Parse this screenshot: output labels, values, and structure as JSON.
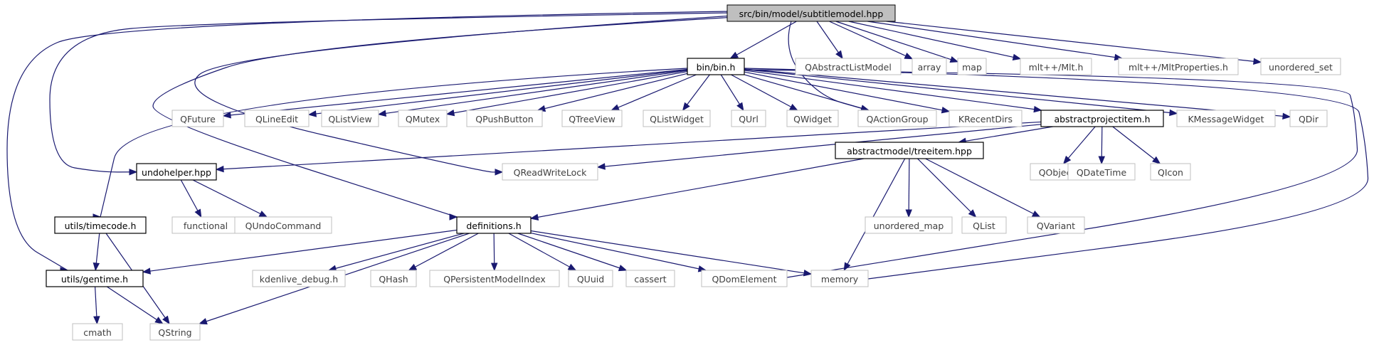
{
  "diagram": {
    "nodes": [
      {
        "id": "subtitlemodel",
        "label": "src/bin/model/subtitlemodel.hpp",
        "kind": "root"
      },
      {
        "id": "bin",
        "label": "bin/bin.h",
        "kind": "documented"
      },
      {
        "id": "QAbstractListModel",
        "label": "QAbstractListModel",
        "kind": "external"
      },
      {
        "id": "array",
        "label": "array",
        "kind": "external"
      },
      {
        "id": "map",
        "label": "map",
        "kind": "external"
      },
      {
        "id": "mlt",
        "label": "mlt++/Mlt.h",
        "kind": "external"
      },
      {
        "id": "mltprops",
        "label": "mlt++/MltProperties.h",
        "kind": "external"
      },
      {
        "id": "unordered_set",
        "label": "unordered_set",
        "kind": "external"
      },
      {
        "id": "QFuture",
        "label": "QFuture",
        "kind": "external"
      },
      {
        "id": "QLineEdit",
        "label": "QLineEdit",
        "kind": "external"
      },
      {
        "id": "QListView",
        "label": "QListView",
        "kind": "external"
      },
      {
        "id": "QMutex",
        "label": "QMutex",
        "kind": "external"
      },
      {
        "id": "QPushButton",
        "label": "QPushButton",
        "kind": "external"
      },
      {
        "id": "QTreeView",
        "label": "QTreeView",
        "kind": "external"
      },
      {
        "id": "QListWidget",
        "label": "QListWidget",
        "kind": "external"
      },
      {
        "id": "QUrl",
        "label": "QUrl",
        "kind": "external"
      },
      {
        "id": "QWidget",
        "label": "QWidget",
        "kind": "external"
      },
      {
        "id": "QActionGroup",
        "label": "QActionGroup",
        "kind": "external"
      },
      {
        "id": "KRecentDirs",
        "label": "KRecentDirs",
        "kind": "external"
      },
      {
        "id": "abstractprojectitem",
        "label": "abstractprojectitem.h",
        "kind": "documented"
      },
      {
        "id": "KMessageWidget",
        "label": "KMessageWidget",
        "kind": "external"
      },
      {
        "id": "QDir",
        "label": "QDir",
        "kind": "external"
      },
      {
        "id": "undohelper",
        "label": "undohelper.hpp",
        "kind": "documented"
      },
      {
        "id": "QReadWriteLock",
        "label": "QReadWriteLock",
        "kind": "external"
      },
      {
        "id": "treeitem",
        "label": "abstractmodel/treeitem.hpp",
        "kind": "documented"
      },
      {
        "id": "QObject",
        "label": "QObject",
        "kind": "external"
      },
      {
        "id": "QDateTime",
        "label": "QDateTime",
        "kind": "external"
      },
      {
        "id": "QIcon",
        "label": "QIcon",
        "kind": "external"
      },
      {
        "id": "timecode",
        "label": "utils/timecode.h",
        "kind": "documented"
      },
      {
        "id": "functional",
        "label": "functional",
        "kind": "external"
      },
      {
        "id": "QUndoCommand",
        "label": "QUndoCommand",
        "kind": "external"
      },
      {
        "id": "definitions",
        "label": "definitions.h",
        "kind": "documented"
      },
      {
        "id": "unordered_map",
        "label": "unordered_map",
        "kind": "external"
      },
      {
        "id": "QList",
        "label": "QList",
        "kind": "external"
      },
      {
        "id": "QVariant",
        "label": "QVariant",
        "kind": "external"
      },
      {
        "id": "gentime",
        "label": "utils/gentime.h",
        "kind": "documented"
      },
      {
        "id": "kdenlive_debug",
        "label": "kdenlive_debug.h",
        "kind": "external"
      },
      {
        "id": "QHash",
        "label": "QHash",
        "kind": "external"
      },
      {
        "id": "QPersistentModelIndex",
        "label": "QPersistentModelIndex",
        "kind": "external"
      },
      {
        "id": "QUuid",
        "label": "QUuid",
        "kind": "external"
      },
      {
        "id": "cassert",
        "label": "cassert",
        "kind": "external"
      },
      {
        "id": "QDomElement",
        "label": "QDomElement",
        "kind": "external"
      },
      {
        "id": "memory",
        "label": "memory",
        "kind": "external"
      },
      {
        "id": "cmath",
        "label": "cmath",
        "kind": "external"
      },
      {
        "id": "QString",
        "label": "QString",
        "kind": "external"
      }
    ],
    "edges": [
      [
        "subtitlemodel",
        "bin"
      ],
      [
        "subtitlemodel",
        "QAbstractListModel"
      ],
      [
        "subtitlemodel",
        "array"
      ],
      [
        "subtitlemodel",
        "map"
      ],
      [
        "subtitlemodel",
        "mlt"
      ],
      [
        "subtitlemodel",
        "mltprops"
      ],
      [
        "subtitlemodel",
        "unordered_set"
      ],
      [
        "subtitlemodel",
        "undohelper"
      ],
      [
        "subtitlemodel",
        "gentime"
      ],
      [
        "subtitlemodel",
        "QReadWriteLock"
      ],
      [
        "subtitlemodel",
        "definitions"
      ],
      [
        "subtitlemodel",
        "QActionGroup"
      ],
      [
        "bin",
        "QFuture"
      ],
      [
        "bin",
        "QLineEdit"
      ],
      [
        "bin",
        "QListView"
      ],
      [
        "bin",
        "QMutex"
      ],
      [
        "bin",
        "QPushButton"
      ],
      [
        "bin",
        "QTreeView"
      ],
      [
        "bin",
        "QListWidget"
      ],
      [
        "bin",
        "QUrl"
      ],
      [
        "bin",
        "QWidget"
      ],
      [
        "bin",
        "QActionGroup"
      ],
      [
        "bin",
        "KRecentDirs"
      ],
      [
        "bin",
        "abstractprojectitem"
      ],
      [
        "bin",
        "KMessageWidget"
      ],
      [
        "bin",
        "QDir"
      ],
      [
        "bin",
        "timecode"
      ],
      [
        "bin",
        "QDomElement"
      ],
      [
        "bin",
        "memory"
      ],
      [
        "abstractprojectitem",
        "undohelper"
      ],
      [
        "abstractprojectitem",
        "QReadWriteLock"
      ],
      [
        "abstractprojectitem",
        "treeitem"
      ],
      [
        "abstractprojectitem",
        "QObject"
      ],
      [
        "abstractprojectitem",
        "QDateTime"
      ],
      [
        "abstractprojectitem",
        "QIcon"
      ],
      [
        "undohelper",
        "functional"
      ],
      [
        "undohelper",
        "QUndoCommand"
      ],
      [
        "treeitem",
        "definitions"
      ],
      [
        "treeitem",
        "unordered_map"
      ],
      [
        "treeitem",
        "QList"
      ],
      [
        "treeitem",
        "QVariant"
      ],
      [
        "treeitem",
        "memory"
      ],
      [
        "timecode",
        "gentime"
      ],
      [
        "timecode",
        "QString"
      ],
      [
        "definitions",
        "gentime"
      ],
      [
        "definitions",
        "kdenlive_debug"
      ],
      [
        "definitions",
        "QHash"
      ],
      [
        "definitions",
        "QPersistentModelIndex"
      ],
      [
        "definitions",
        "QUuid"
      ],
      [
        "definitions",
        "cassert"
      ],
      [
        "definitions",
        "QDomElement"
      ],
      [
        "definitions",
        "memory"
      ],
      [
        "definitions",
        "QString"
      ],
      [
        "gentime",
        "cmath"
      ],
      [
        "gentime",
        "QString"
      ]
    ]
  },
  "colors": {
    "edge": "#191970",
    "root_fill": "#bfbfbf",
    "external_border": "#bfbfbf",
    "documented_border": "#000000"
  }
}
